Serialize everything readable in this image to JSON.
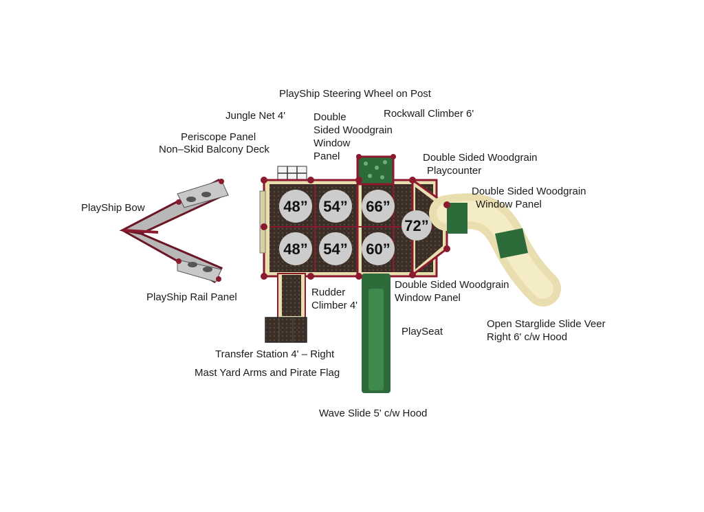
{
  "labels": {
    "steering_wheel": "PlayShip Steering Wheel on Post",
    "jungle_net": "Jungle Net 4'",
    "double_sided_window_1": [
      "Double",
      "Sided Woodgrain",
      "Window",
      "Panel"
    ],
    "rockwall": "Rockwall Climber 6'",
    "periscope": "Periscope Panel",
    "balcony_deck": "Non–Skid Balcony Deck",
    "playcounter": [
      "Double Sided Woodgrain",
      "Playcounter"
    ],
    "double_sided_window_2": [
      "Double Sided Woodgrain",
      "Window Panel"
    ],
    "bow": "PlayShip Bow",
    "rail_panel": "PlayShip Rail Panel",
    "rudder": [
      "Rudder",
      "Climber 4'"
    ],
    "double_sided_window_3": [
      "Double Sided Woodgrain",
      "Window Panel"
    ],
    "playseat": "PlaySeat",
    "starglide": [
      "Open Starglide Slide Veer",
      "Right 6' c/w Hood"
    ],
    "transfer": "Transfer Station 4' – Right",
    "mast": "Mast Yard Arms  and  Pirate Flag",
    "wave_slide": "Wave Slide 5' c/w Hood"
  },
  "heights": {
    "top_row": [
      "48”",
      "54”",
      "66”"
    ],
    "bottom_row": [
      "48”",
      "54”",
      "60”"
    ],
    "end": "72”"
  },
  "colors": {
    "deck": "#3b2e26",
    "post": "#8b1a2e",
    "green": "#2e6b3a",
    "tan": "#e8deb0",
    "gray": "#b8b8b8"
  }
}
